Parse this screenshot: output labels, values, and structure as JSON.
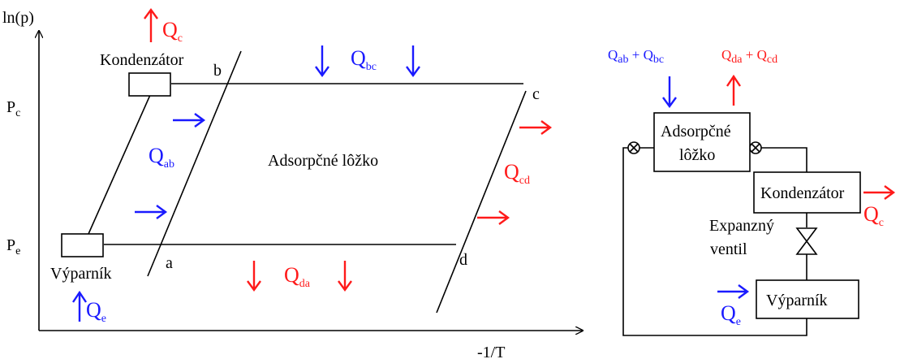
{
  "left_diagram": {
    "y_axis_label": "ln(p)",
    "x_axis_label": "-1/T",
    "pc_label": "P",
    "pc_sub": "c",
    "pe_label": "P",
    "pe_sub": "e",
    "point_a": "a",
    "point_b": "b",
    "point_c": "c",
    "point_d": "d",
    "condenser_label": "Kondenzátor",
    "evaporator_label": "Výparník",
    "bed_label": "Adsorpčné lôžko",
    "q_letter": "Q",
    "qc_sub": "c",
    "qe_sub": "e",
    "qbc_sub": "bc",
    "qab_sub": "ab",
    "qcd_sub": "cd",
    "qda_sub": "da"
  },
  "right_diagram": {
    "q_letter": "Q",
    "plus": " + ",
    "in_sub1": "ab",
    "in_sub2": "bc",
    "out_sub1": "da",
    "out_sub2": "cd",
    "bed_line1": "Adsorpčné",
    "bed_line2": "lôžko",
    "condenser_label": "Kondenzátor",
    "valve_line1": "Expanzný",
    "valve_line2": "ventil",
    "evaporator_label": "Výparník",
    "qc_sub": "c",
    "qe_sub": "e"
  },
  "colors": {
    "heat_in": "#1a1aff",
    "heat_out": "#ff1a1a"
  }
}
